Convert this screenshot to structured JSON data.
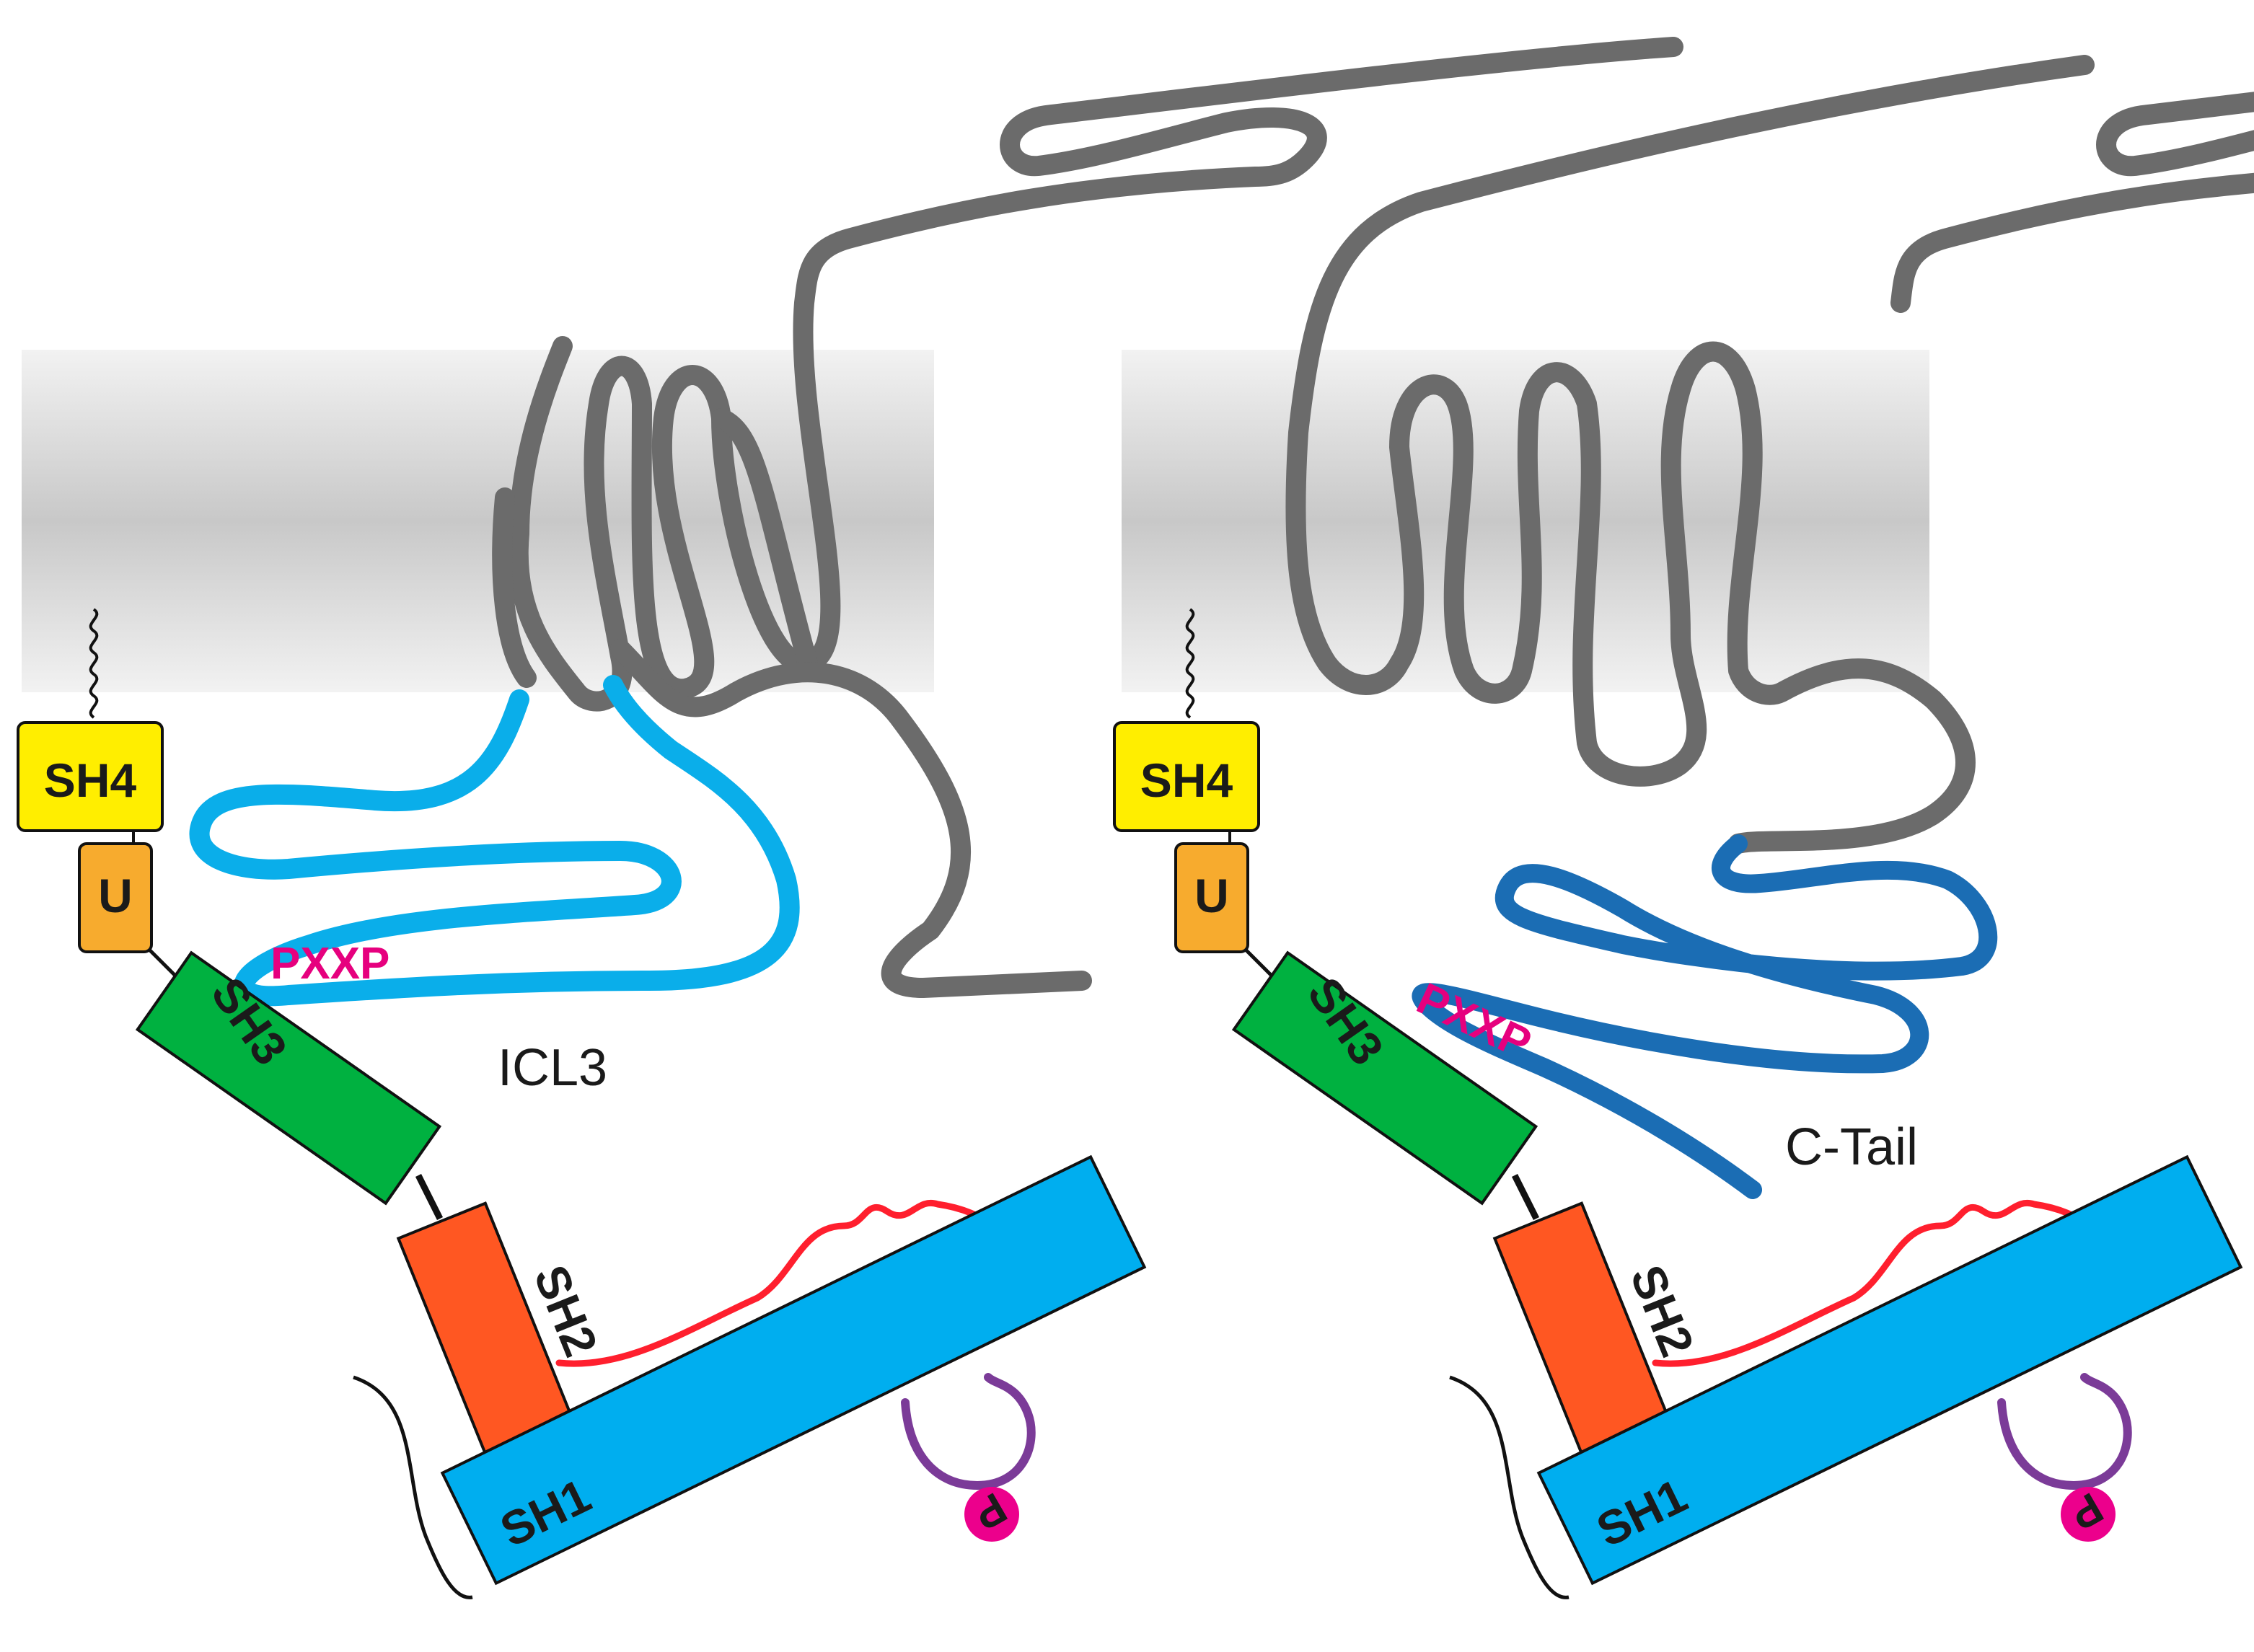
{
  "panels": [
    {
      "id": "left",
      "loop_label": "ICL3",
      "domains": {
        "sh4": "SH4",
        "u": "U",
        "sh3": "SH3",
        "sh2": "SH2",
        "sh1": "SH1"
      },
      "motif": "PXXP",
      "phospho": "P"
    },
    {
      "id": "right",
      "loop_label": "C-Tail",
      "domains": {
        "sh4": "SH4",
        "u": "U",
        "sh3": "SH3",
        "sh2": "SH2",
        "sh1": "SH1"
      },
      "motif": "PXXP",
      "phospho": "P"
    }
  ],
  "colors": {
    "receptor": "#6b6b6b",
    "icl3": "#0aaeea",
    "ctail": "#1b6db4",
    "sh4": "#ffee00",
    "u": "#f7ab2e",
    "sh3": "#00b140",
    "sh2": "#ff5722",
    "sh1": "#00aeef",
    "linker_red": "#ff1f2e",
    "activation_loop": "#7b3b98",
    "phospho": "#ec008c",
    "motif_text": "#e6007e",
    "membrane": "#c8c8c8"
  }
}
